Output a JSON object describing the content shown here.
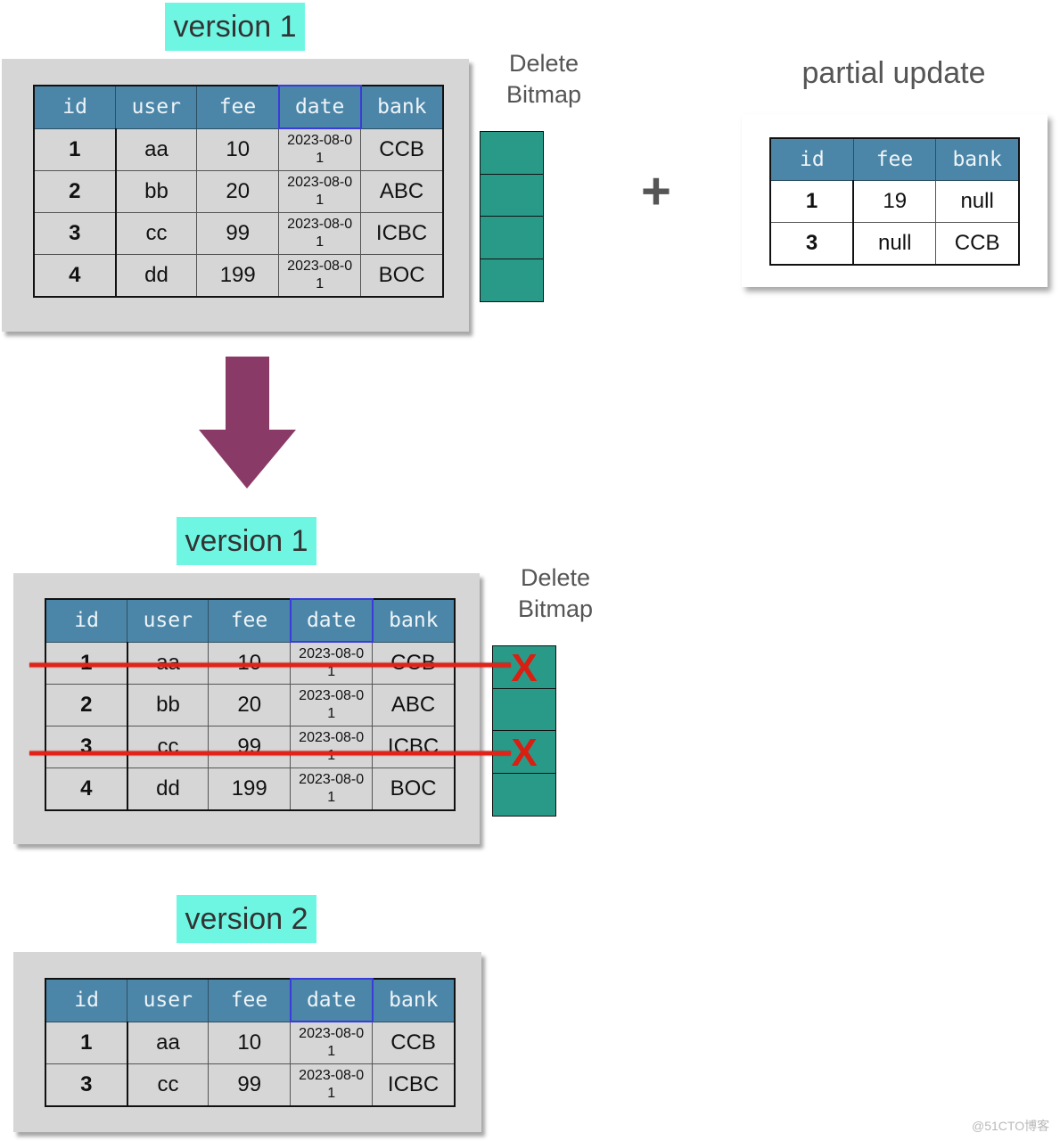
{
  "columns": [
    "id",
    "user",
    "fee",
    "date",
    "bank"
  ],
  "section_top": {
    "label": "version 1",
    "rows": [
      [
        "1",
        "aa",
        "10",
        "2023-08-01",
        "CCB"
      ],
      [
        "2",
        "bb",
        "20",
        "2023-08-01",
        "ABC"
      ],
      [
        "3",
        "cc",
        "99",
        "2023-08-01",
        "ICBC"
      ],
      [
        "4",
        "dd",
        "199",
        "2023-08-01",
        "BOC"
      ]
    ],
    "bitmap_title_line1": "Delete",
    "bitmap_title_line2": "Bitmap"
  },
  "partial_update": {
    "title": "partial update",
    "columns": [
      "id",
      "fee",
      "bank"
    ],
    "rows": [
      [
        "1",
        "19",
        "null"
      ],
      [
        "3",
        "null",
        "CCB"
      ]
    ],
    "plus": "+"
  },
  "section_middle": {
    "label": "version 1",
    "rows": [
      [
        "1",
        "aa",
        "10",
        "2023-08-01",
        "CCB"
      ],
      [
        "2",
        "bb",
        "20",
        "2023-08-01",
        "ABC"
      ],
      [
        "3",
        "cc",
        "99",
        "2023-08-01",
        "ICBC"
      ],
      [
        "4",
        "dd",
        "199",
        "2023-08-01",
        "BOC"
      ]
    ],
    "deleted_rows": [
      0,
      2
    ],
    "bitmap_title_line1": "Delete",
    "bitmap_title_line2": "Bitmap",
    "delete_mark": "X"
  },
  "section_bottom": {
    "label": "version 2",
    "rows": [
      [
        "1",
        "aa",
        "10",
        "2023-08-01",
        "CCB"
      ],
      [
        "3",
        "cc",
        "99",
        "2023-08-01",
        "ICBC"
      ]
    ]
  },
  "colors": {
    "header_bg": "#4b86a8",
    "label_bg": "#6ff6e3",
    "bitmap_cell": "#2a9a88",
    "arrow": "#8a3a66",
    "strike": "#e0241a"
  },
  "watermark": "@51CTO博客"
}
